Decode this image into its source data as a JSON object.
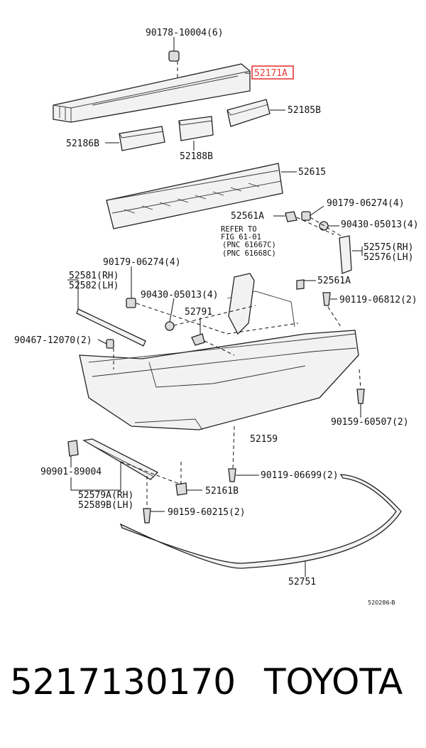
{
  "labels": {
    "l_90178": "90178-10004(6)",
    "l_52171A": "52171A",
    "l_52185B": "52185B",
    "l_52186B": "52186B",
    "l_52188B": "52188B",
    "l_52615": "52615",
    "l_90179a": "90179-06274(4)",
    "l_52561A_top": "52561A",
    "l_90430a": "90430-05013(4)",
    "l_52575": "52575(RH)",
    "l_52576": "52576(LH)",
    "l_90179b": "90179-06274(4)",
    "l_52581": "52581(RH)",
    "l_52582": "52582(LH)",
    "l_90430b": "90430-05013(4)",
    "l_52791": "52791",
    "l_52561A_mid": "52561A",
    "l_90119a": "90119-06812(2)",
    "l_90467": "90467-12070(2)",
    "l_90159a": "90159-60507(2)",
    "l_52159": "52159",
    "l_90901": "90901-89004",
    "l_90119b": "90119-06699(2)",
    "l_52579A": "52579A(RH)",
    "l_52589B": "52589B(LH)",
    "l_52161B": "52161B",
    "l_90159b": "90159-60215(2)",
    "l_52751": "52751",
    "diagram_code": "520286-B"
  },
  "refer_note": [
    "REFER TO",
    "FIG 61-01",
    "(PNC 61667C)",
    "(PNC 61668C)"
  ],
  "footer": {
    "part_number": "5217130170",
    "brand": "TOYOTA"
  },
  "highlight_color": "#e53935"
}
